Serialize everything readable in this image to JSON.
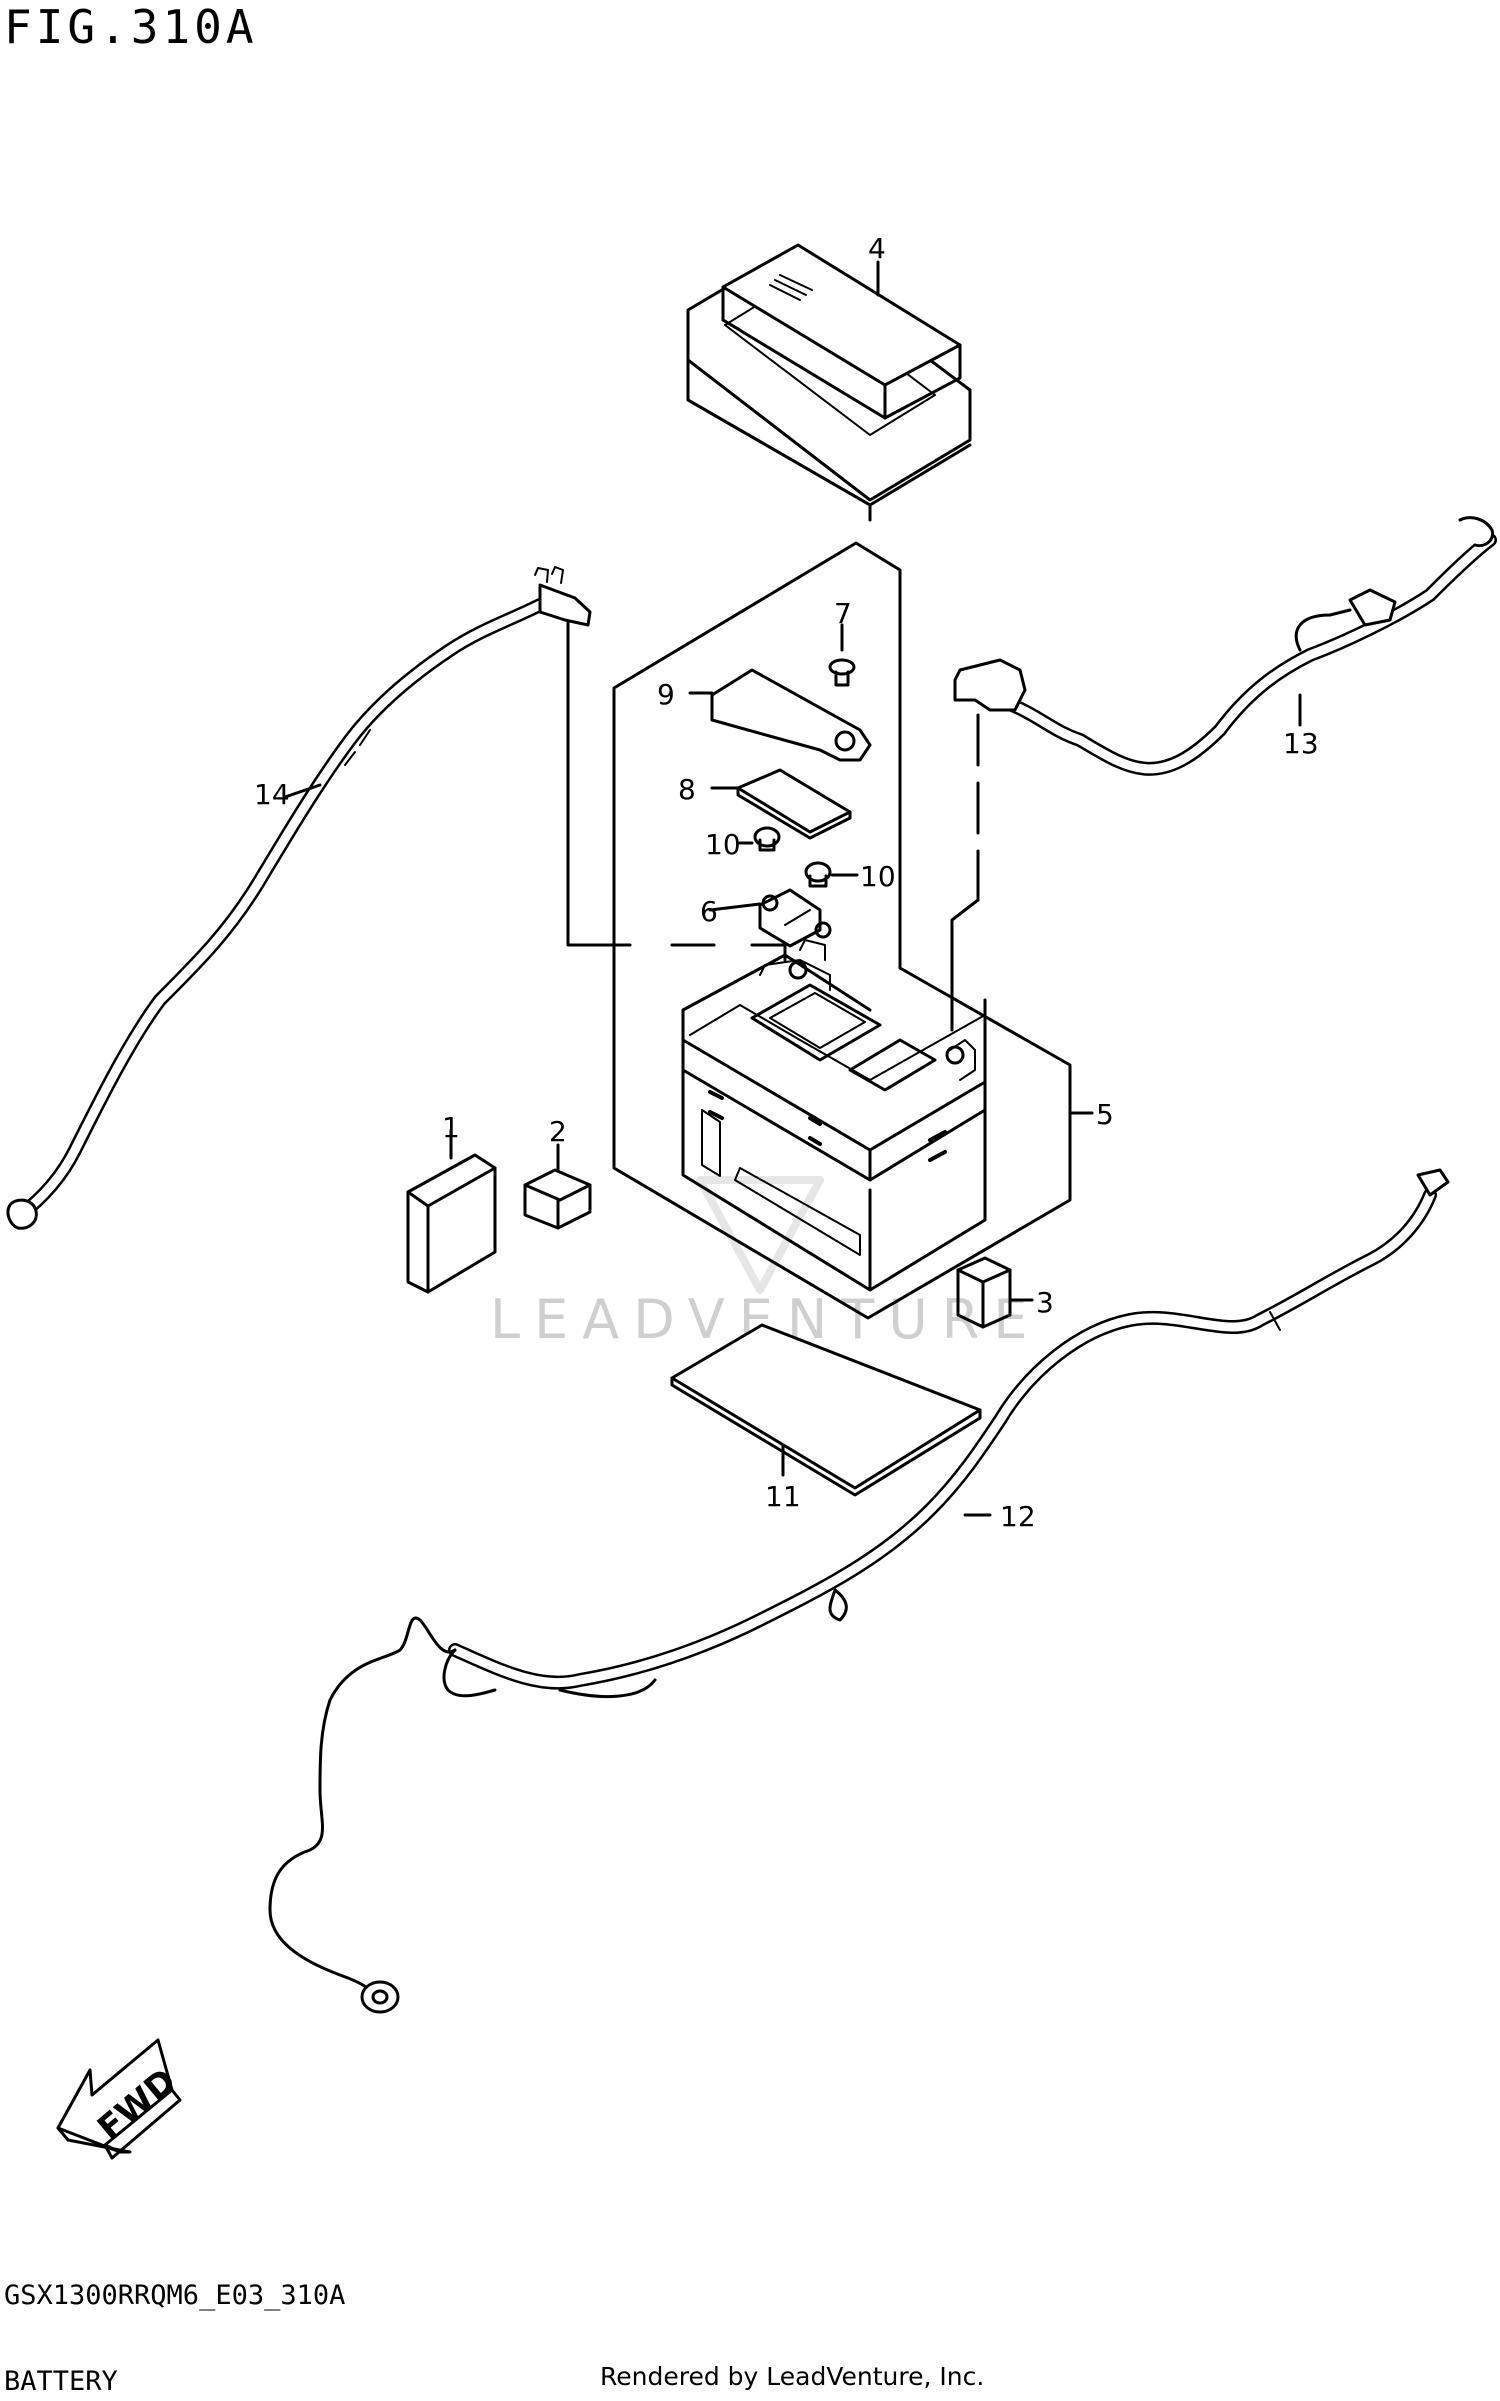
{
  "header": {
    "figure_title": "FIG.310A"
  },
  "watermark": {
    "text": "LEADVENTURE"
  },
  "callouts": [
    {
      "number": "1"
    },
    {
      "number": "2"
    },
    {
      "number": "3"
    },
    {
      "number": "4"
    },
    {
      "number": "5"
    },
    {
      "number": "6"
    },
    {
      "number": "7"
    },
    {
      "number": "8"
    },
    {
      "number": "9"
    },
    {
      "number": "10"
    },
    {
      "number": "10"
    },
    {
      "number": "11"
    },
    {
      "number": "12"
    },
    {
      "number": "13"
    },
    {
      "number": "14"
    }
  ],
  "direction_arrow": {
    "label": "FWD"
  },
  "footer": {
    "diagram_code": "GSX1300RRQM6_E03_310A",
    "section_name": "BATTERY",
    "credit": "Rendered by LeadVenture, Inc."
  }
}
